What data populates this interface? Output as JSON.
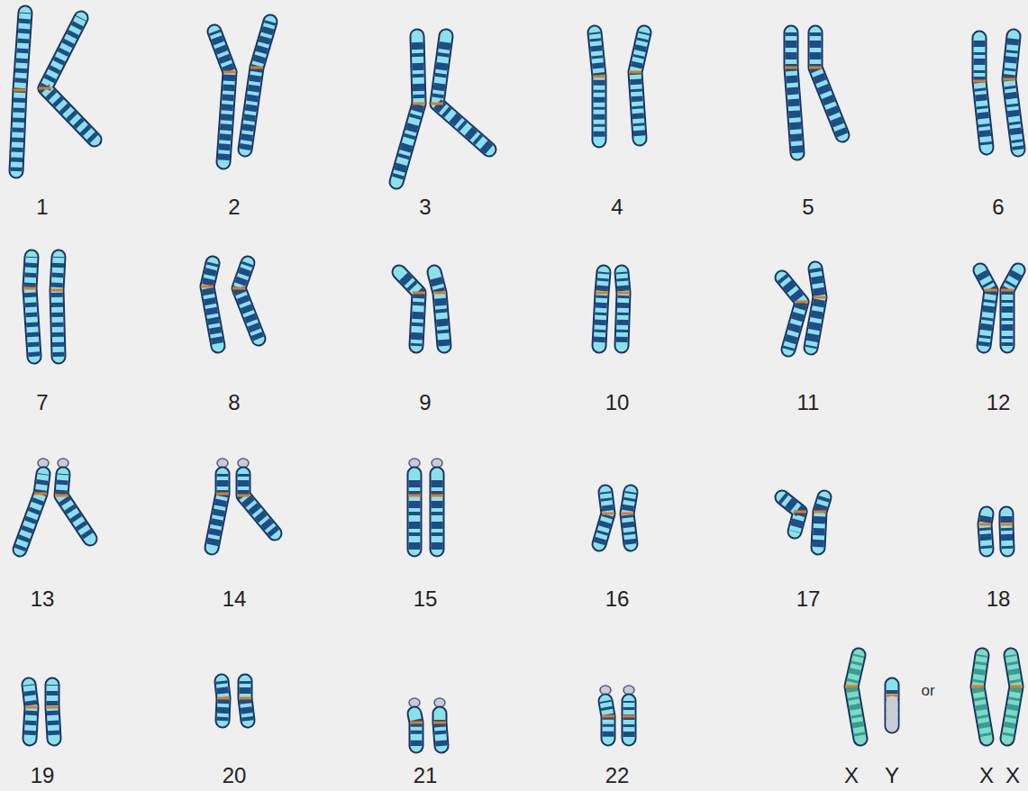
{
  "diagram": {
    "labels": [
      "1",
      "2",
      "3",
      "4",
      "5",
      "6",
      "7",
      "8",
      "9",
      "10",
      "11",
      "12",
      "13",
      "14",
      "15",
      "16",
      "17",
      "18",
      "19",
      "20",
      "21",
      "22",
      "X",
      "Y",
      "or",
      "X",
      "X"
    ]
  }
}
